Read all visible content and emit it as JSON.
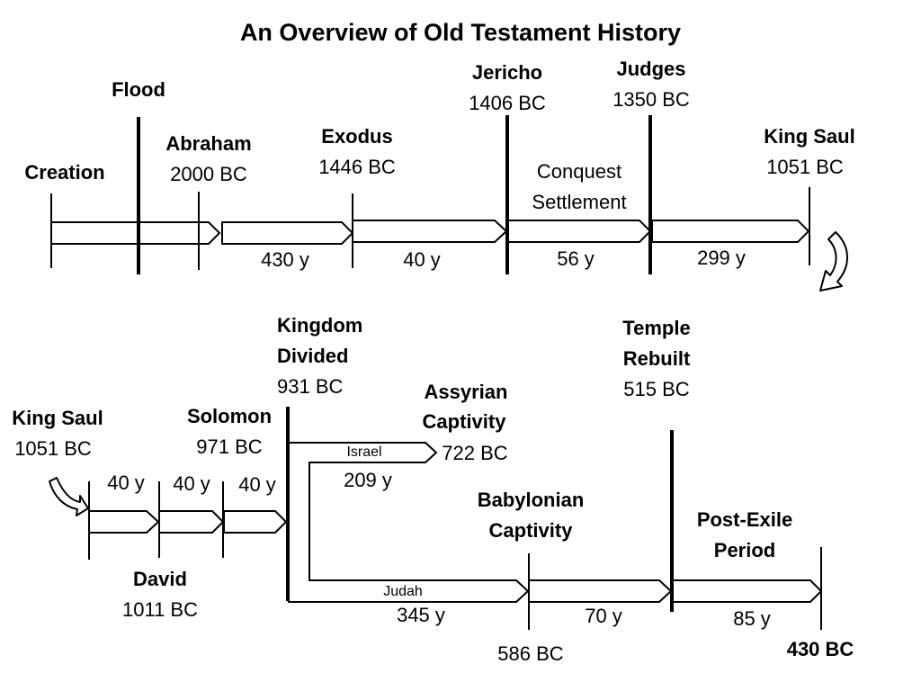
{
  "title": "An Overview of Old Testament History",
  "events_row1": {
    "creation": {
      "name": "Creation"
    },
    "flood": {
      "name": "Flood"
    },
    "abraham": {
      "name": "Abraham",
      "date": "2000 BC"
    },
    "exodus": {
      "name": "Exodus",
      "date": "1446 BC"
    },
    "jericho": {
      "name": "Jericho",
      "date": "1406 BC"
    },
    "conquest": {
      "line1": "Conquest",
      "line2": "Settlement"
    },
    "judges": {
      "name": "Judges",
      "date": "1350 BC"
    },
    "king_saul": {
      "name": "King Saul",
      "date": "1051 BC"
    }
  },
  "durations_row1": [
    "430 y",
    "40 y",
    "56 y",
    "299 y"
  ],
  "events_row2": {
    "king_saul": {
      "name": "King Saul",
      "date": "1051 BC"
    },
    "solomon": {
      "name": "Solomon",
      "date": "971 BC"
    },
    "david": {
      "name": "David",
      "date": "1011 BC"
    },
    "kingdom_divided": {
      "line1": "Kingdom",
      "line2": "Divided",
      "date": "931 BC"
    },
    "assyrian": {
      "line1": "Assyrian",
      "line2": "Captivity",
      "date": "722 BC"
    },
    "babylonian": {
      "line1": "Babylonian",
      "line2": "Captivity",
      "date": "586 BC"
    },
    "temple": {
      "line1": "Temple",
      "line2": "Rebuilt",
      "date": "515 BC"
    },
    "post_exile": {
      "line1": "Post-Exile",
      "line2": "Period"
    },
    "end": {
      "date": "430 BC"
    }
  },
  "durations_row2": [
    "40 y",
    "40 y",
    "40 y",
    "209 y",
    "345 y",
    "70 y",
    "85 y"
  ],
  "branch_labels": {
    "israel": "Israel",
    "judah": "Judah"
  }
}
